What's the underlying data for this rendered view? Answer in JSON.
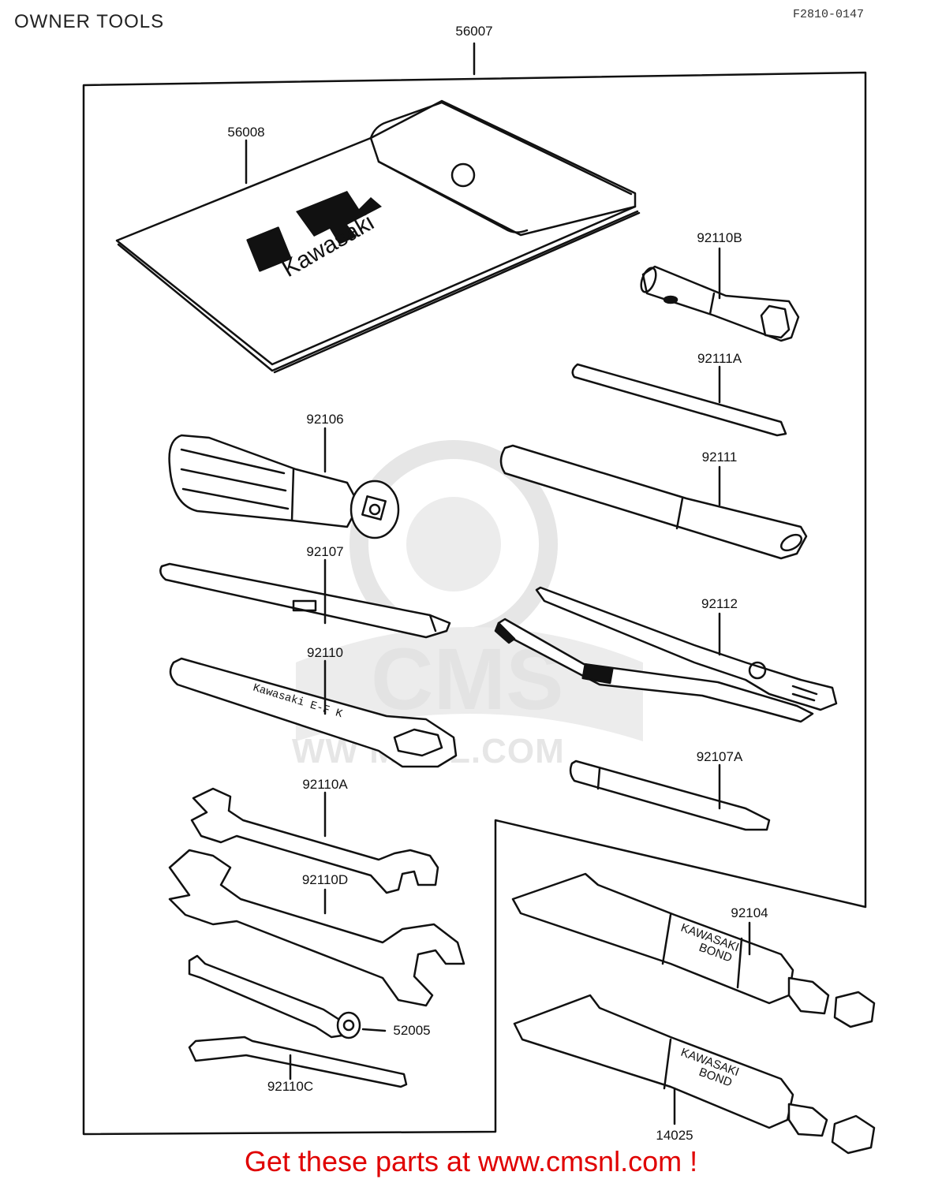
{
  "page": {
    "title": "OWNER TOOLS",
    "figure_id": "F2810-0147",
    "footer": "Get these parts at www.cmsnl.com !"
  },
  "watermark": {
    "brand": "CMS",
    "url_fragment": "WW   MSNL.COM"
  },
  "callouts": {
    "toolkit": "56007",
    "pouch": "56008",
    "socket_wrench": "92110B",
    "bar_small": "92111A",
    "screwdriver_handle": "92106",
    "bar": "92111",
    "screwdriver_bit": "92107",
    "pliers": "92112",
    "box_wrench": "92110",
    "screwdriver_bit_b": "92107A",
    "wrench_a": "92110A",
    "wrench_d": "92110D",
    "bond_1": "92104",
    "spoke_key": "52005",
    "hex_key": "92110C",
    "bond_2": "14025"
  },
  "tube_text": {
    "line1": "KAWASAKI",
    "line2": "BOND"
  },
  "pouch_logo": "Kawasaki",
  "colors": {
    "line": "#111111",
    "footer": "#e00000",
    "watermark": "#e4e4e4"
  }
}
